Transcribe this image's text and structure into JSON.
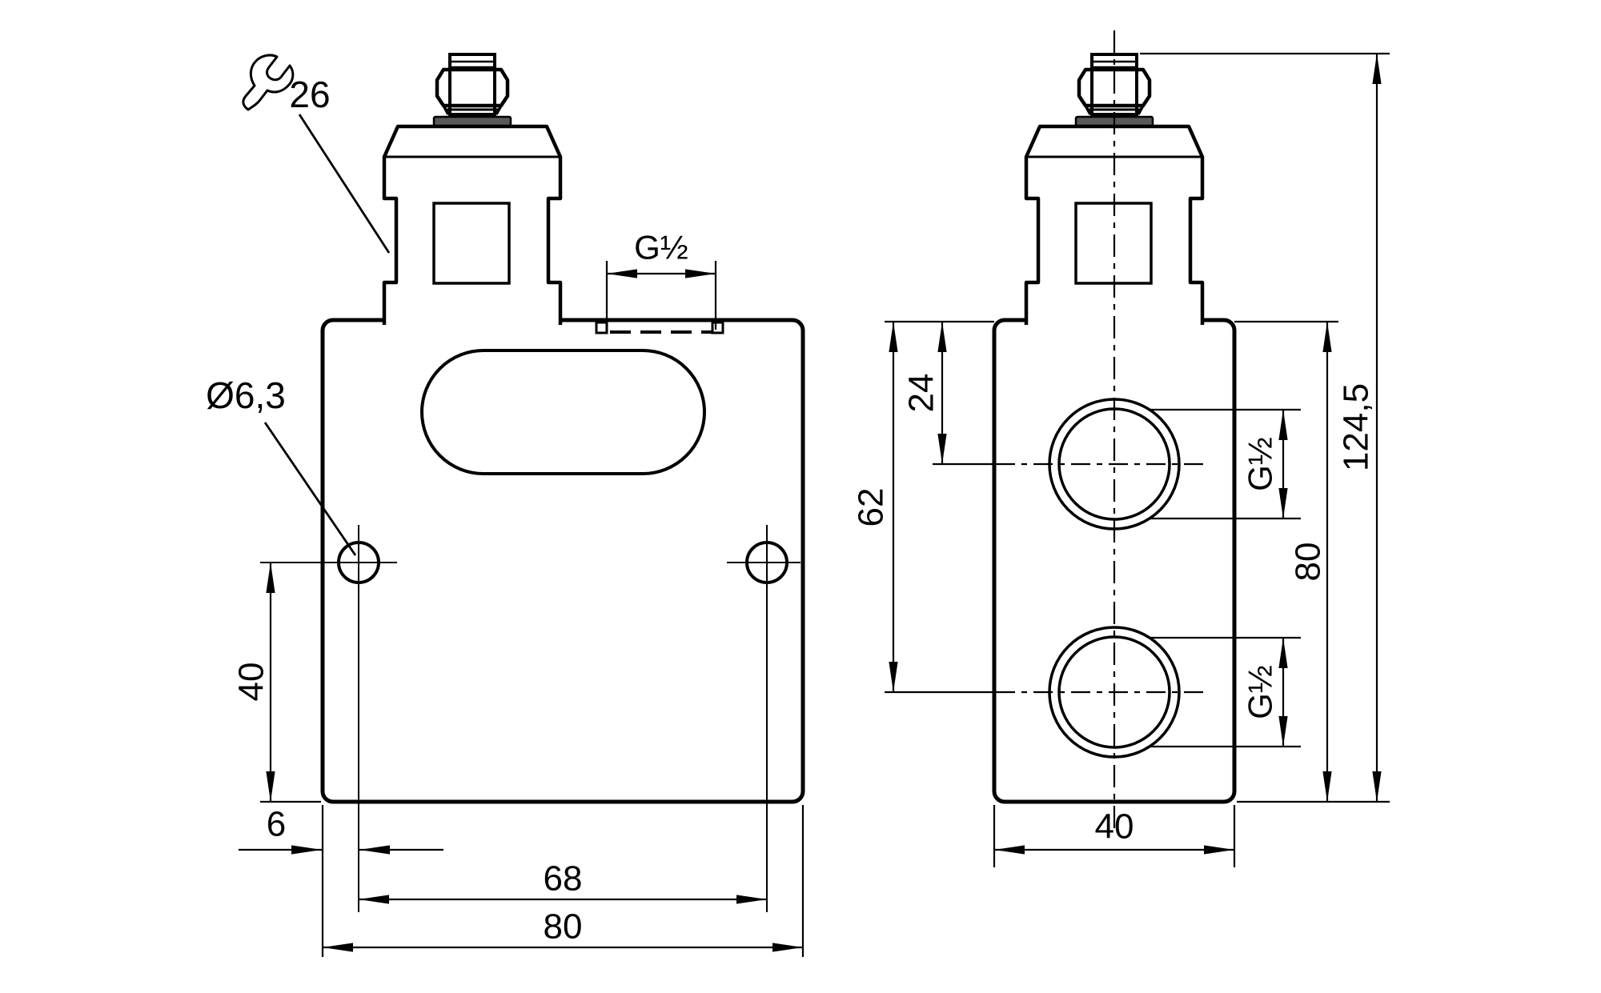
{
  "colors": {
    "line": "#000000",
    "background": "#ffffff",
    "connector_flange_fill": "#58595b"
  },
  "front_view": {
    "wrench_size_label": "26",
    "mounting_hole_label": "Ø6,3",
    "top_port_label": "G½",
    "dim_hole_to_bottom": "40",
    "dim_edge_to_hole": "6",
    "dim_hole_spacing": "68",
    "dim_overall_width": "80"
  },
  "side_view": {
    "dim_top_to_upper_port": "24",
    "dim_top_to_lower_port": "62",
    "upper_port_label": "G½",
    "lower_port_label": "G½",
    "dim_body_height": "80",
    "dim_overall_height": "124,5",
    "dim_body_depth": "40"
  }
}
